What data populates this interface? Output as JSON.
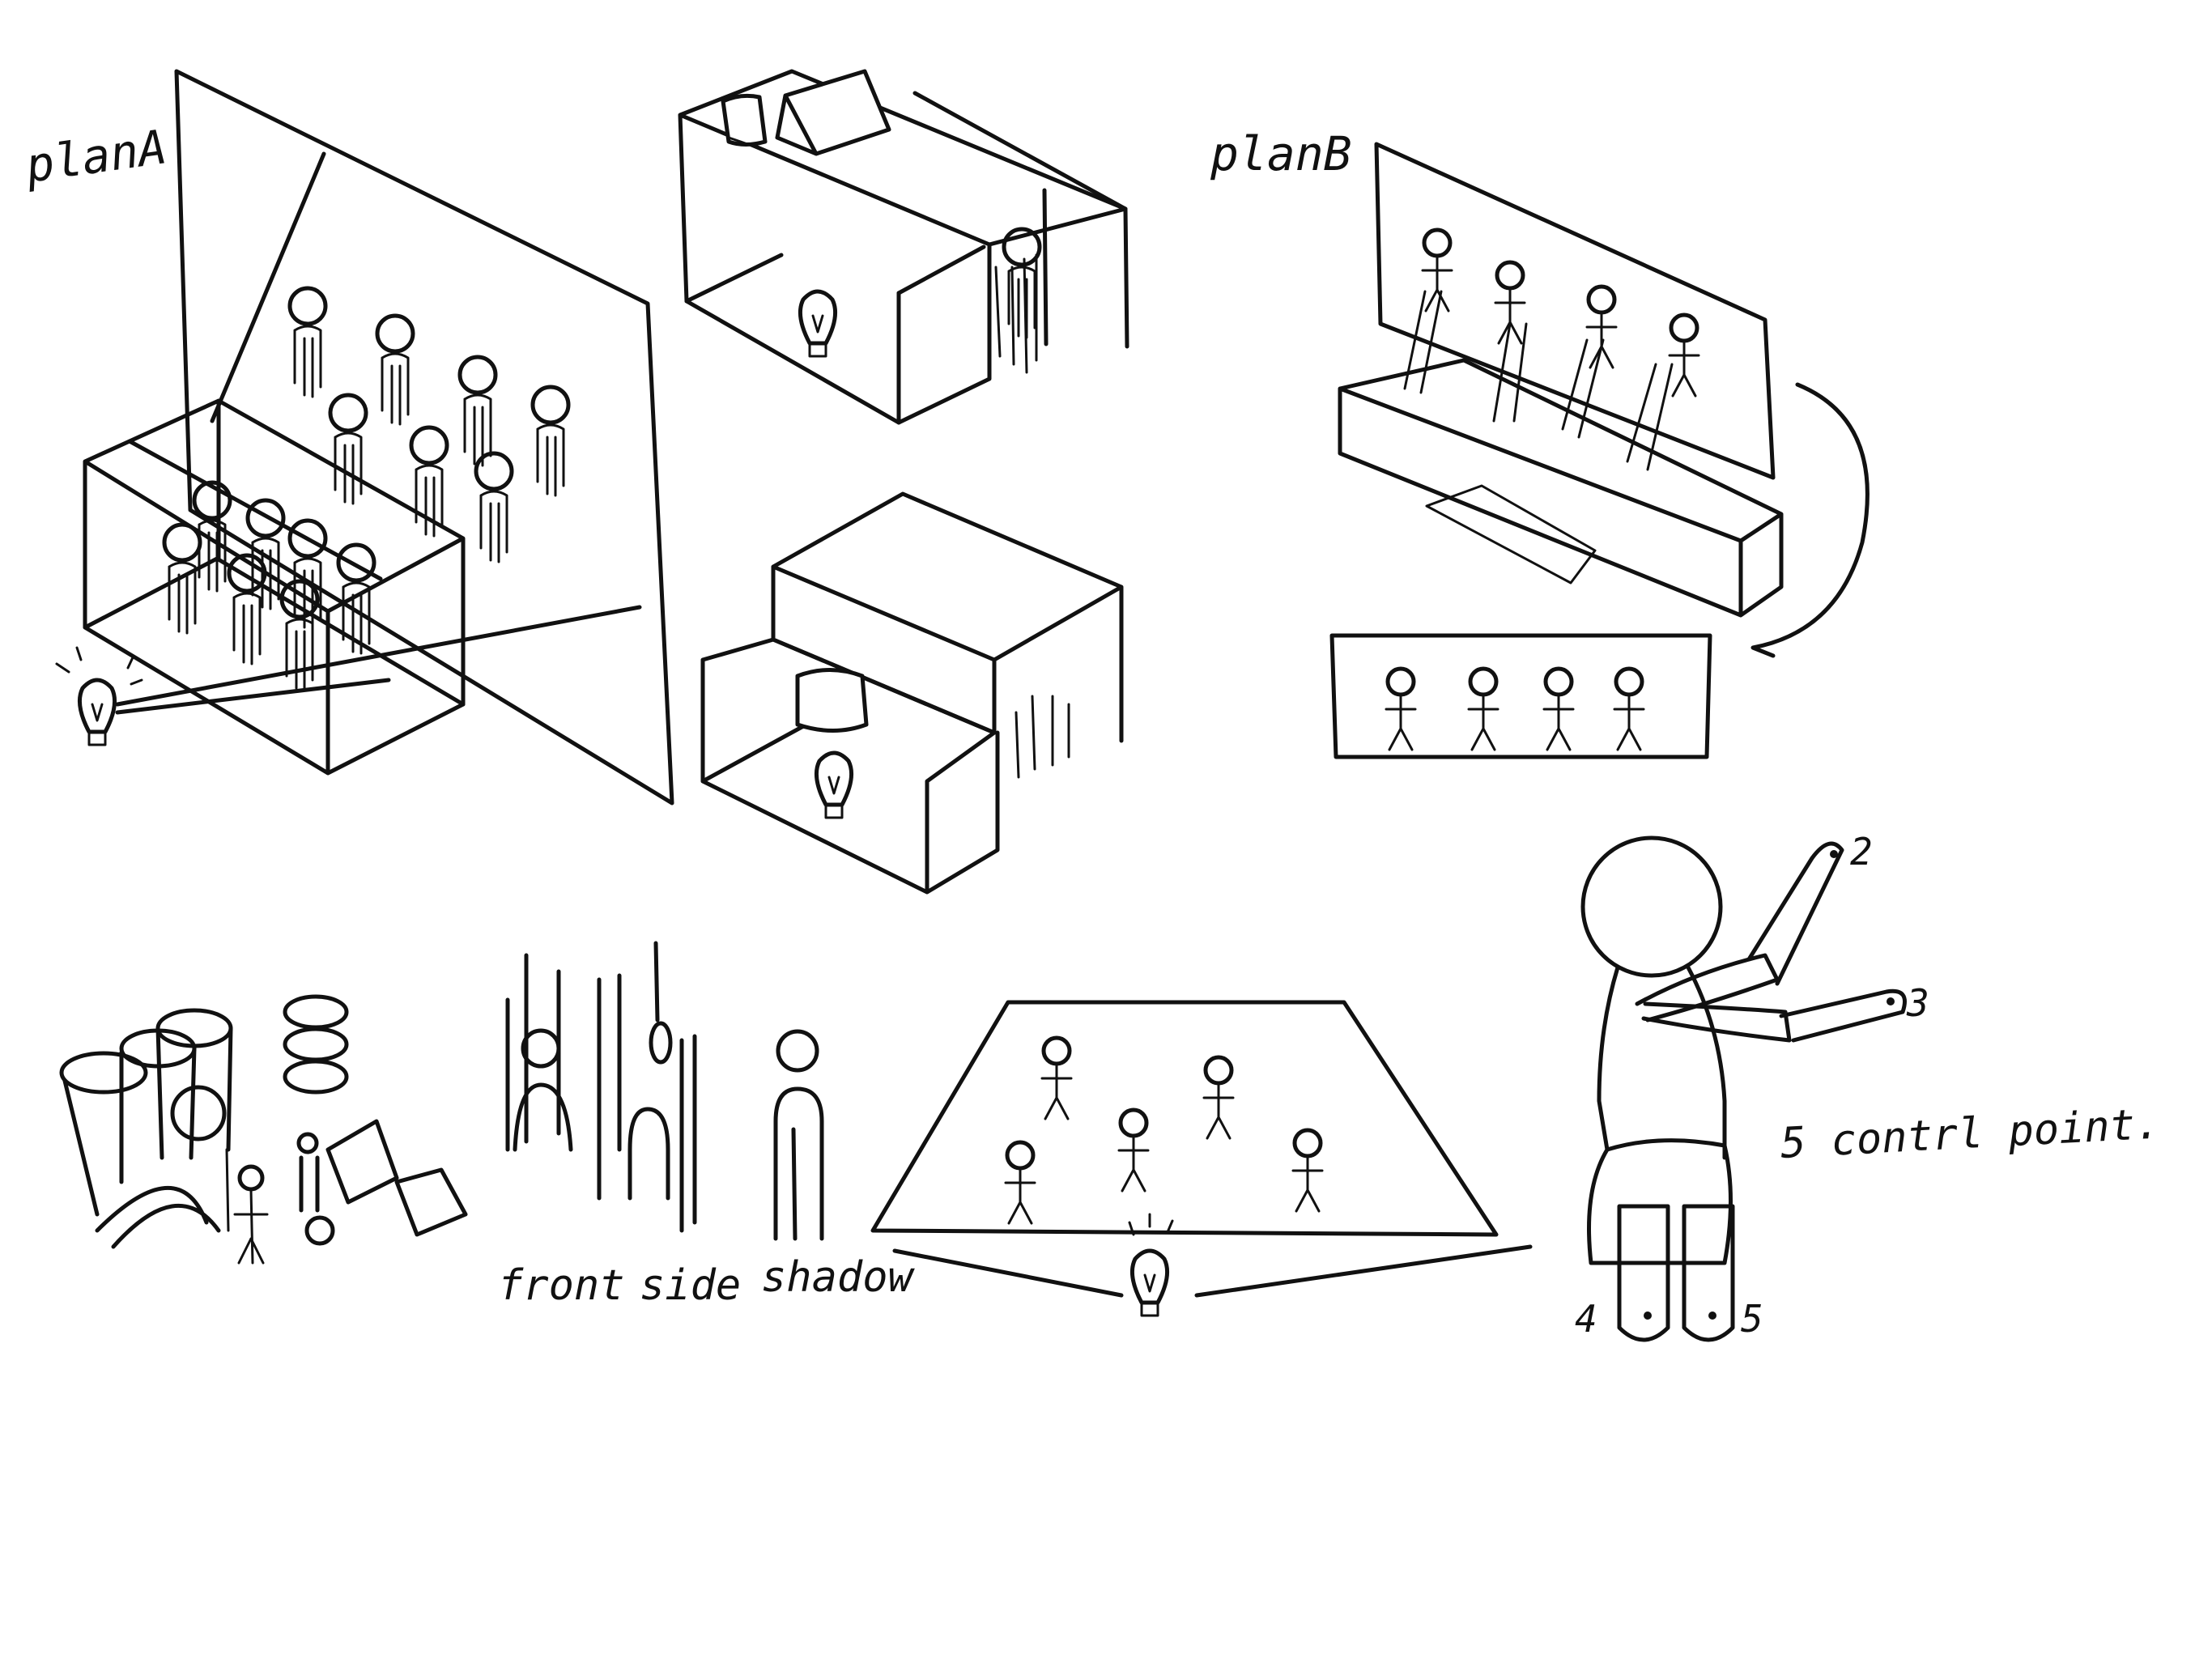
{
  "labels": {
    "plan_a": "planA",
    "plan_b": "planB",
    "front": "front",
    "side": "side",
    "shadow": "shadow",
    "control_points": "5 contrl point."
  },
  "control_point_numbers": [
    "2",
    "3",
    "4",
    "5"
  ],
  "colors": {
    "ink": "#111111",
    "paper": "#ffffff"
  }
}
